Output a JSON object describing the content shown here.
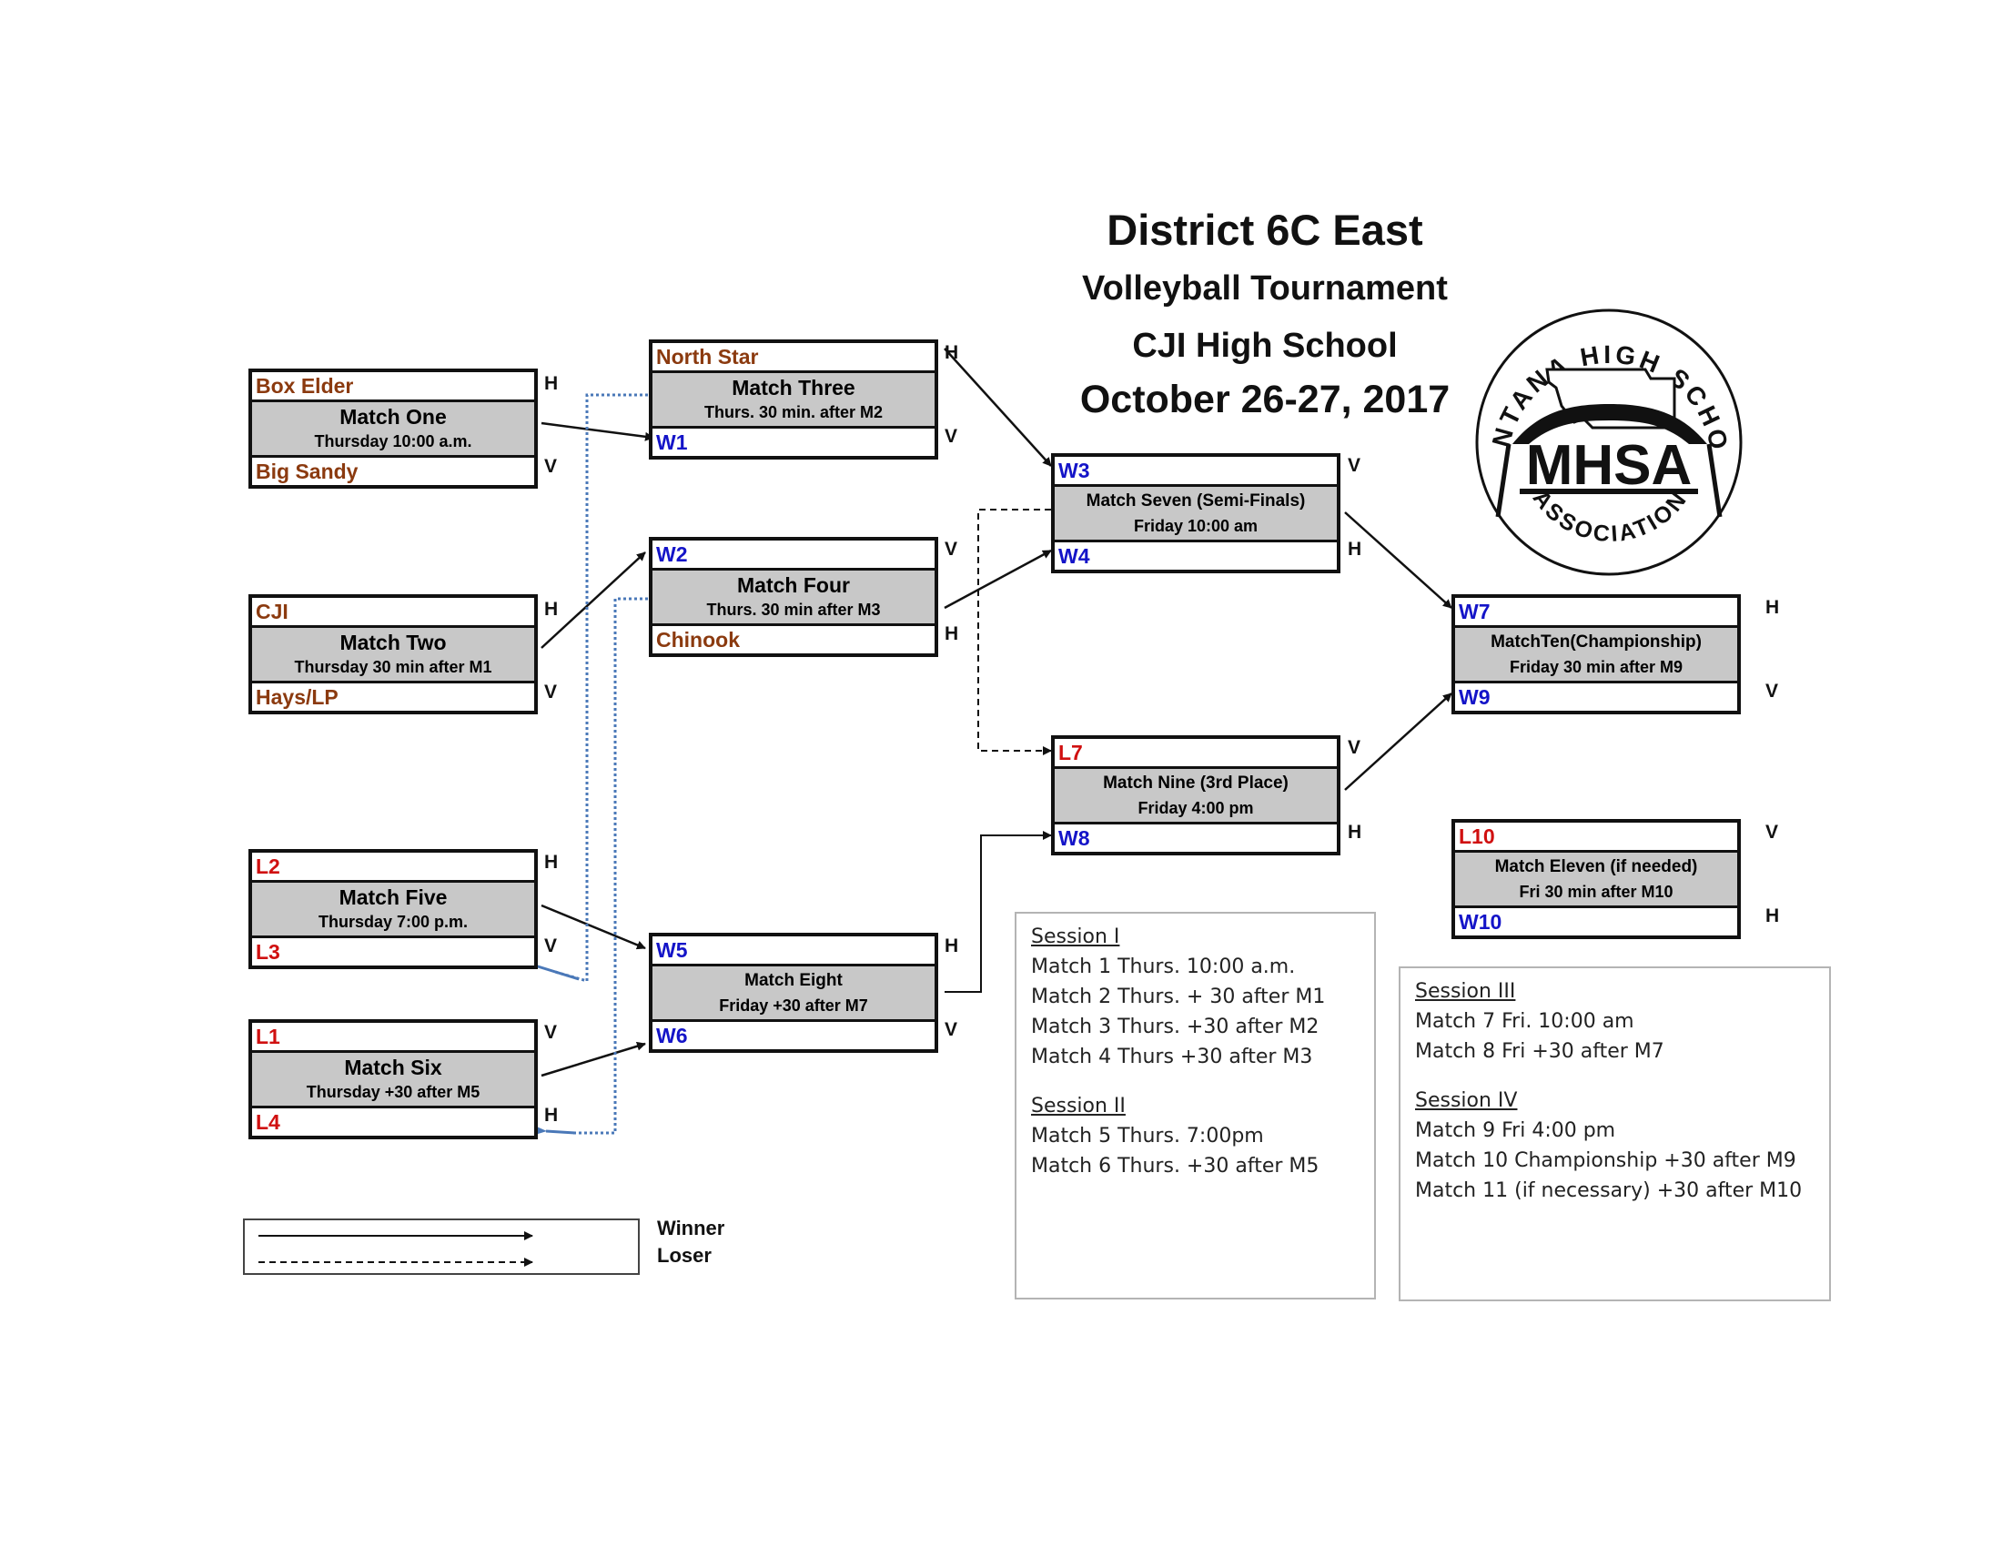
{
  "header": {
    "title": "District 6C East",
    "subtitle": "Volleyball Tournament",
    "venue": "CJI High School",
    "dates": "October 26-27, 2017"
  },
  "logo": {
    "arc_text": "MONTANA HIGH SCHOOL",
    "main_text": "MHSA",
    "bottom_text": "ASSOCIATION"
  },
  "matches": {
    "m1": {
      "top": "Box Elder",
      "name": "Match One",
      "time": "Thursday 10:00 a.m.",
      "bottom": "Big Sandy",
      "top_side": "H",
      "bottom_side": "V"
    },
    "m2": {
      "top": "CJI",
      "name": "Match Two",
      "time": "Thursday 30 min after M1",
      "bottom": "Hays/LP",
      "top_side": "H",
      "bottom_side": "V"
    },
    "m3": {
      "top": "North Star",
      "name": "Match Three",
      "time": "Thurs. 30 min. after M2",
      "bottom": "W1",
      "top_side": "H",
      "bottom_side": "V"
    },
    "m4": {
      "top": "W2",
      "name": "Match Four",
      "time": "Thurs. 30 min after M3",
      "bottom": "Chinook",
      "top_side": "V",
      "bottom_side": "H"
    },
    "m5": {
      "top": "L2",
      "name": "Match Five",
      "time": "Thursday 7:00 p.m.",
      "bottom": "L3",
      "top_side": "H",
      "bottom_side": "V"
    },
    "m6": {
      "top": "L1",
      "name": "Match Six",
      "time": "Thursday +30 after M5",
      "bottom": "L4",
      "top_side": "V",
      "bottom_side": "H"
    },
    "m7": {
      "top": "W3",
      "name": "Match Seven (Semi-Finals)",
      "time": "Friday 10:00 am",
      "bottom": "W4",
      "top_side": "V",
      "bottom_side": "H"
    },
    "m8": {
      "top": "W5",
      "name": "Match Eight",
      "time": "Friday +30 after M7",
      "bottom": "W6",
      "top_side": "H",
      "bottom_side": "V"
    },
    "m9": {
      "top": "L7",
      "name": "Match Nine (3rd Place)",
      "time": "Friday 4:00 pm",
      "bottom": "W8",
      "top_side": "V",
      "bottom_side": "H"
    },
    "m10": {
      "top": "W7",
      "name": "MatchTen(Championship)",
      "time": "Friday 30 min after M9",
      "bottom": "W9",
      "top_side": "H",
      "bottom_side": "V"
    },
    "m11": {
      "top": "L10",
      "name": "Match  Eleven (if needed)",
      "time": "Fri 30 min after M10",
      "bottom": "W10",
      "top_side": "V",
      "bottom_side": "H"
    }
  },
  "sessions": {
    "s1": {
      "title": "Session I",
      "lines": [
        "Match 1 Thurs. 10:00 a.m.",
        "Match 2 Thurs. + 30 after M1",
        "Match 3 Thurs. +30 after M2",
        "Match 4 Thurs +30 after M3"
      ]
    },
    "s2": {
      "title": "Session II",
      "lines": [
        "Match 5  Thurs. 7:00pm",
        "Match 6  Thurs. +30 after M5"
      ]
    },
    "s3": {
      "title": "Session III",
      "lines": [
        "Match 7  Fri. 10:00 am",
        "Match 8  Fri  +30 after M7"
      ]
    },
    "s4": {
      "title": "Session IV",
      "lines": [
        "Match 9 Fri 4:00 pm",
        "Match 10 Championship +30 after M9",
        "Match 11  (if necessary) +30 after M10"
      ]
    }
  },
  "legend": {
    "winner": "Winner",
    "loser": "Loser"
  },
  "colors": {
    "team": "#8b3a0f",
    "loser_slot": "#d01010",
    "winner_slot": "#1414c8",
    "match_band": "#c8c8c8",
    "loser_connector": "#4a78b8"
  }
}
